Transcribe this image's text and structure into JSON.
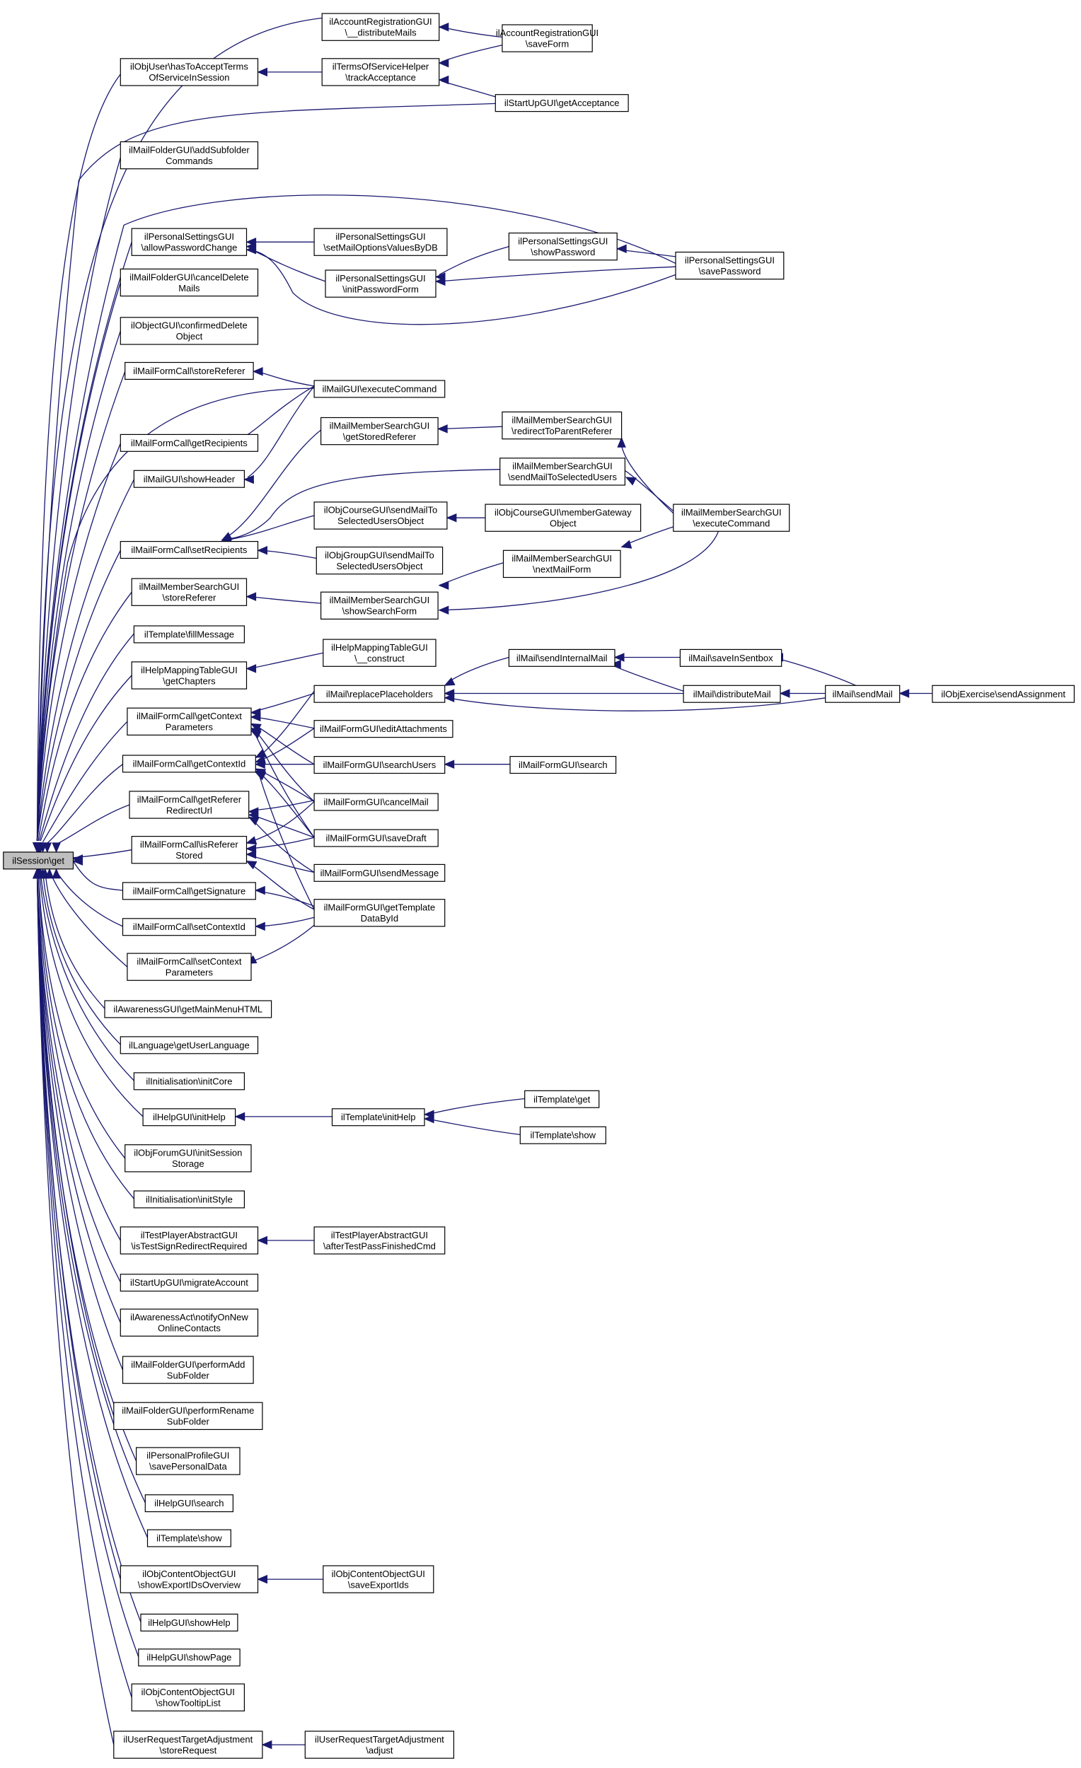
{
  "diagram": {
    "type": "call-graph",
    "nodes": [
      {
        "id": "root",
        "lines": [
          "ilSession\\get"
        ],
        "root": true
      },
      {
        "id": "a1",
        "lines": [
          "ilAccountRegistrationGUI",
          "\\__distributeMails"
        ]
      },
      {
        "id": "a2",
        "lines": [
          "ilAccountRegistrationGUI",
          "\\saveForm"
        ]
      },
      {
        "id": "b1",
        "lines": [
          "ilObjUser\\hasToAcceptTerms",
          "OfServiceInSession"
        ]
      },
      {
        "id": "b2",
        "lines": [
          "ilTermsOfServiceHelper",
          "\\trackAcceptance"
        ]
      },
      {
        "id": "b3",
        "lines": [
          "ilStartUpGUI\\getAcceptance"
        ]
      },
      {
        "id": "c1",
        "lines": [
          "ilMailFolderGUI\\addSubfolder",
          "Commands"
        ]
      },
      {
        "id": "d1",
        "lines": [
          "ilPersonalSettingsGUI",
          "\\allowPasswordChange"
        ]
      },
      {
        "id": "d2",
        "lines": [
          "ilPersonalSettingsGUI",
          "\\setMailOptionsValuesByDB"
        ]
      },
      {
        "id": "d3",
        "lines": [
          "ilPersonalSettingsGUI",
          "\\initPasswordForm"
        ]
      },
      {
        "id": "d4",
        "lines": [
          "ilPersonalSettingsGUI",
          "\\showPassword"
        ]
      },
      {
        "id": "d5",
        "lines": [
          "ilPersonalSettingsGUI",
          "\\savePassword"
        ]
      },
      {
        "id": "e1",
        "lines": [
          "ilMailFolderGUI\\cancelDelete",
          "Mails"
        ]
      },
      {
        "id": "e2",
        "lines": [
          "ilObjectGUI\\confirmedDelete",
          "Object"
        ]
      },
      {
        "id": "f1",
        "lines": [
          "ilMailFormCall\\storeReferer"
        ]
      },
      {
        "id": "f2",
        "lines": [
          "ilMailGUI\\executeCommand"
        ]
      },
      {
        "id": "g1",
        "lines": [
          "ilMailMemberSearchGUI",
          "\\getStoredReferer"
        ]
      },
      {
        "id": "g2",
        "lines": [
          "ilMailMemberSearchGUI",
          "\\redirectToParentReferer"
        ]
      },
      {
        "id": "h1",
        "lines": [
          "ilMailFormCall\\getRecipients"
        ]
      },
      {
        "id": "h2",
        "lines": [
          "ilMailMemberSearchGUI",
          "\\sendMailToSelectedUsers"
        ]
      },
      {
        "id": "i1",
        "lines": [
          "ilMailGUI\\showHeader"
        ]
      },
      {
        "id": "j1",
        "lines": [
          "ilObjCourseGUI\\sendMailTo",
          "SelectedUsersObject"
        ]
      },
      {
        "id": "j2",
        "lines": [
          "ilObjCourseGUI\\memberGateway",
          "Object"
        ]
      },
      {
        "id": "j3",
        "lines": [
          "ilMailMemberSearchGUI",
          "\\executeCommand"
        ]
      },
      {
        "id": "k1",
        "lines": [
          "ilMailFormCall\\setRecipients"
        ]
      },
      {
        "id": "k2",
        "lines": [
          "ilObjGroupGUI\\sendMailTo",
          "SelectedUsersObject"
        ]
      },
      {
        "id": "k3",
        "lines": [
          "ilMailMemberSearchGUI",
          "\\nextMailForm"
        ]
      },
      {
        "id": "l1",
        "lines": [
          "ilMailMemberSearchGUI",
          "\\storeReferer"
        ]
      },
      {
        "id": "l2",
        "lines": [
          "ilMailMemberSearchGUI",
          "\\showSearchForm"
        ]
      },
      {
        "id": "m1",
        "lines": [
          "ilTemplate\\fillMessage"
        ]
      },
      {
        "id": "n1",
        "lines": [
          "ilHelpMappingTableGUI",
          "\\getChapters"
        ]
      },
      {
        "id": "n2",
        "lines": [
          "ilHelpMappingTableGUI",
          "\\__construct"
        ]
      },
      {
        "id": "o1",
        "lines": [
          "ilMail\\sendInternalMail"
        ]
      },
      {
        "id": "o2",
        "lines": [
          "ilMail\\saveInSentbox"
        ]
      },
      {
        "id": "p1",
        "lines": [
          "ilMailFormCall\\getContext",
          "Parameters"
        ]
      },
      {
        "id": "p2",
        "lines": [
          "ilMail\\replacePlaceholders"
        ]
      },
      {
        "id": "p3",
        "lines": [
          "ilMail\\distributeMail"
        ]
      },
      {
        "id": "p4",
        "lines": [
          "ilMail\\sendMail"
        ]
      },
      {
        "id": "p5",
        "lines": [
          "ilObjExercise\\sendAssignment"
        ]
      },
      {
        "id": "q1",
        "lines": [
          "ilMailFormGUI\\editAttachments"
        ]
      },
      {
        "id": "r1",
        "lines": [
          "ilMailFormCall\\getContextId"
        ]
      },
      {
        "id": "r2",
        "lines": [
          "ilMailFormGUI\\searchUsers"
        ]
      },
      {
        "id": "r3",
        "lines": [
          "ilMailFormGUI\\search"
        ]
      },
      {
        "id": "s1",
        "lines": [
          "ilMailFormCall\\getReferer",
          "RedirectUrl"
        ]
      },
      {
        "id": "s2",
        "lines": [
          "ilMailFormGUI\\cancelMail"
        ]
      },
      {
        "id": "t1",
        "lines": [
          "ilMailFormCall\\isReferer",
          "Stored"
        ]
      },
      {
        "id": "t2",
        "lines": [
          "ilMailFormGUI\\saveDraft"
        ]
      },
      {
        "id": "t3",
        "lines": [
          "ilMailFormGUI\\sendMessage"
        ]
      },
      {
        "id": "u1",
        "lines": [
          "ilMailFormCall\\getSignature"
        ]
      },
      {
        "id": "u2",
        "lines": [
          "ilMailFormGUI\\getTemplate",
          "DataById"
        ]
      },
      {
        "id": "v1",
        "lines": [
          "ilMailFormCall\\setContextId"
        ]
      },
      {
        "id": "w1",
        "lines": [
          "ilMailFormCall\\setContext",
          "Parameters"
        ]
      },
      {
        "id": "x1",
        "lines": [
          "ilAwarenessGUI\\getMainMenuHTML"
        ]
      },
      {
        "id": "x2",
        "lines": [
          "ilLanguage\\getUserLanguage"
        ]
      },
      {
        "id": "x3",
        "lines": [
          "ilInitialisation\\initCore"
        ]
      },
      {
        "id": "y1",
        "lines": [
          "ilHelpGUI\\initHelp"
        ]
      },
      {
        "id": "y2",
        "lines": [
          "ilTemplate\\initHelp"
        ]
      },
      {
        "id": "y3",
        "lines": [
          "ilTemplate\\get"
        ]
      },
      {
        "id": "y4",
        "lines": [
          "ilTemplate\\show"
        ]
      },
      {
        "id": "z1",
        "lines": [
          "ilObjForumGUI\\initSession",
          "Storage"
        ]
      },
      {
        "id": "z2",
        "lines": [
          "ilInitialisation\\initStyle"
        ]
      },
      {
        "id": "z3",
        "lines": [
          "ilTestPlayerAbstractGUI",
          "\\isTestSignRedirectRequired"
        ]
      },
      {
        "id": "z4",
        "lines": [
          "ilTestPlayerAbstractGUI",
          "\\afterTestPassFinishedCmd"
        ]
      },
      {
        "id": "z5",
        "lines": [
          "ilStartUpGUI\\migrateAccount"
        ]
      },
      {
        "id": "z6",
        "lines": [
          "ilAwarenessAct\\notifyOnNew",
          "OnlineContacts"
        ]
      },
      {
        "id": "z7",
        "lines": [
          "ilMailFolderGUI\\performAdd",
          "SubFolder"
        ]
      },
      {
        "id": "z8",
        "lines": [
          "ilMailFolderGUI\\performRename",
          "SubFolder"
        ]
      },
      {
        "id": "z9",
        "lines": [
          "ilPersonalProfileGUI",
          "\\savePersonalData"
        ]
      },
      {
        "id": "za",
        "lines": [
          "ilHelpGUI\\search"
        ]
      },
      {
        "id": "zb",
        "lines": [
          "ilTemplate\\show"
        ]
      },
      {
        "id": "zc",
        "lines": [
          "ilObjContentObjectGUI",
          "\\showExportIDsOverview"
        ]
      },
      {
        "id": "zd",
        "lines": [
          "ilObjContentObjectGUI",
          "\\saveExportIds"
        ]
      },
      {
        "id": "ze",
        "lines": [
          "ilHelpGUI\\showHelp"
        ]
      },
      {
        "id": "zf",
        "lines": [
          "ilHelpGUI\\showPage"
        ]
      },
      {
        "id": "zg",
        "lines": [
          "ilObjContentObjectGUI",
          "\\showTooltipList"
        ]
      },
      {
        "id": "zh",
        "lines": [
          "ilUserRequestTargetAdjustment",
          "\\storeRequest"
        ]
      },
      {
        "id": "zi",
        "lines": [
          "ilUserRequestTargetAdjustment",
          "\\adjust"
        ]
      }
    ]
  }
}
